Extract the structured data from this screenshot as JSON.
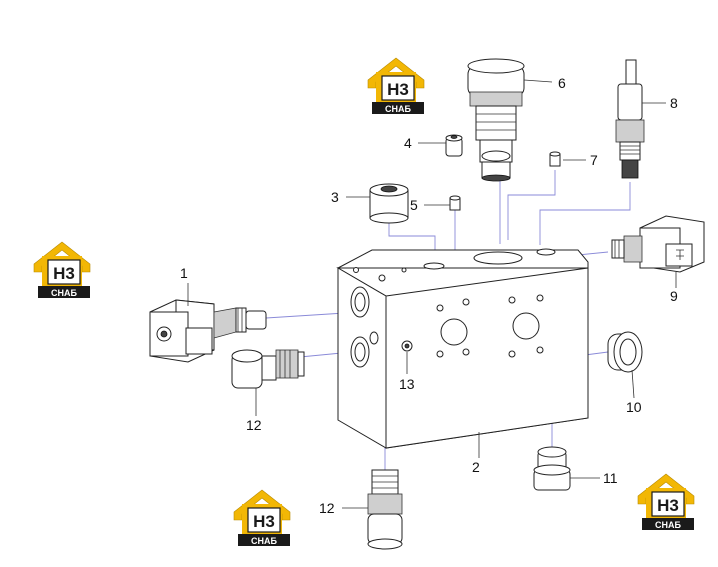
{
  "logo": {
    "mark": "H3",
    "caption": "CHAБ"
  },
  "colors": {
    "logo_yellow": "#f2b705",
    "logo_black": "#1a1a1a",
    "guide_line": "#8a8ad8",
    "line": "#222222"
  },
  "callouts": [
    {
      "id": "c1",
      "label": "1"
    },
    {
      "id": "c2",
      "label": "2"
    },
    {
      "id": "c3",
      "label": "3"
    },
    {
      "id": "c4",
      "label": "4"
    },
    {
      "id": "c5",
      "label": "5"
    },
    {
      "id": "c6",
      "label": "6"
    },
    {
      "id": "c7",
      "label": "7"
    },
    {
      "id": "c8",
      "label": "8"
    },
    {
      "id": "c9",
      "label": "9"
    },
    {
      "id": "c10",
      "label": "10"
    },
    {
      "id": "c11",
      "label": "11"
    },
    {
      "id": "c12a",
      "label": "12"
    },
    {
      "id": "c12b",
      "label": "12"
    },
    {
      "id": "c13",
      "label": "13"
    }
  ]
}
